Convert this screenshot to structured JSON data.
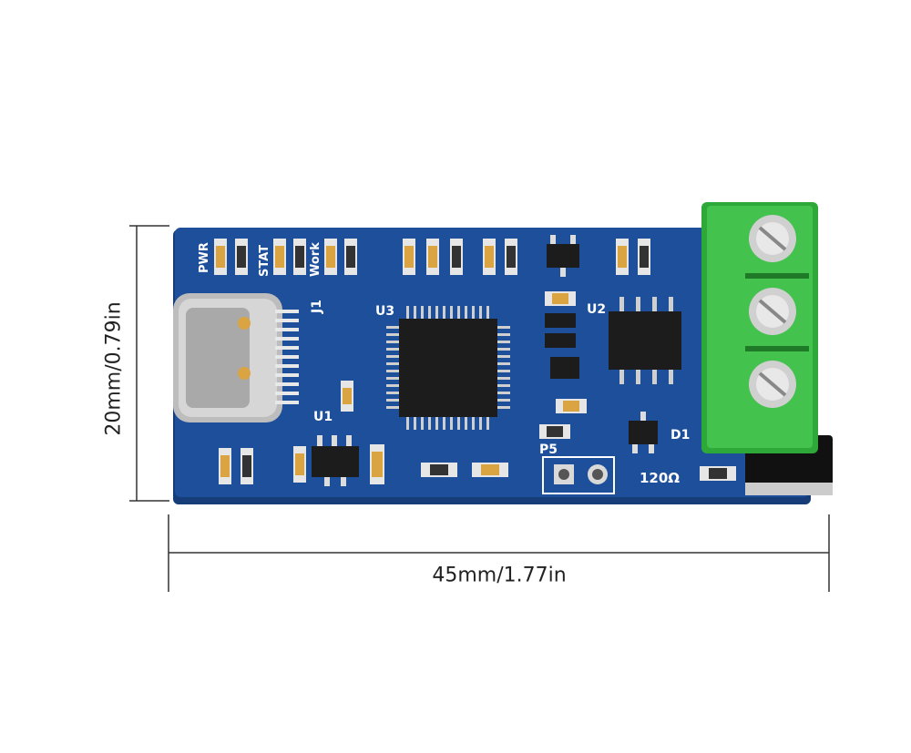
{
  "dimensions": {
    "height_label": "20mm/0.79in",
    "width_label": "45mm/1.77in"
  },
  "board": {
    "silkscreen": {
      "pwr": "PWR",
      "stat": "STAT",
      "work": "Work",
      "j1": "J1",
      "u3": "U3",
      "u2": "U2",
      "u1": "U1",
      "d1": "D1",
      "p5": "P5",
      "resistor": "120Ω"
    }
  },
  "colors": {
    "pcb": "#1d4f9a",
    "pcb_edge": "#163d78",
    "silkscreen": "#ffffff",
    "terminal_block": "#3fbf4a",
    "usb_connector": "#c9c9c9",
    "chip": "#1c1c1c"
  }
}
